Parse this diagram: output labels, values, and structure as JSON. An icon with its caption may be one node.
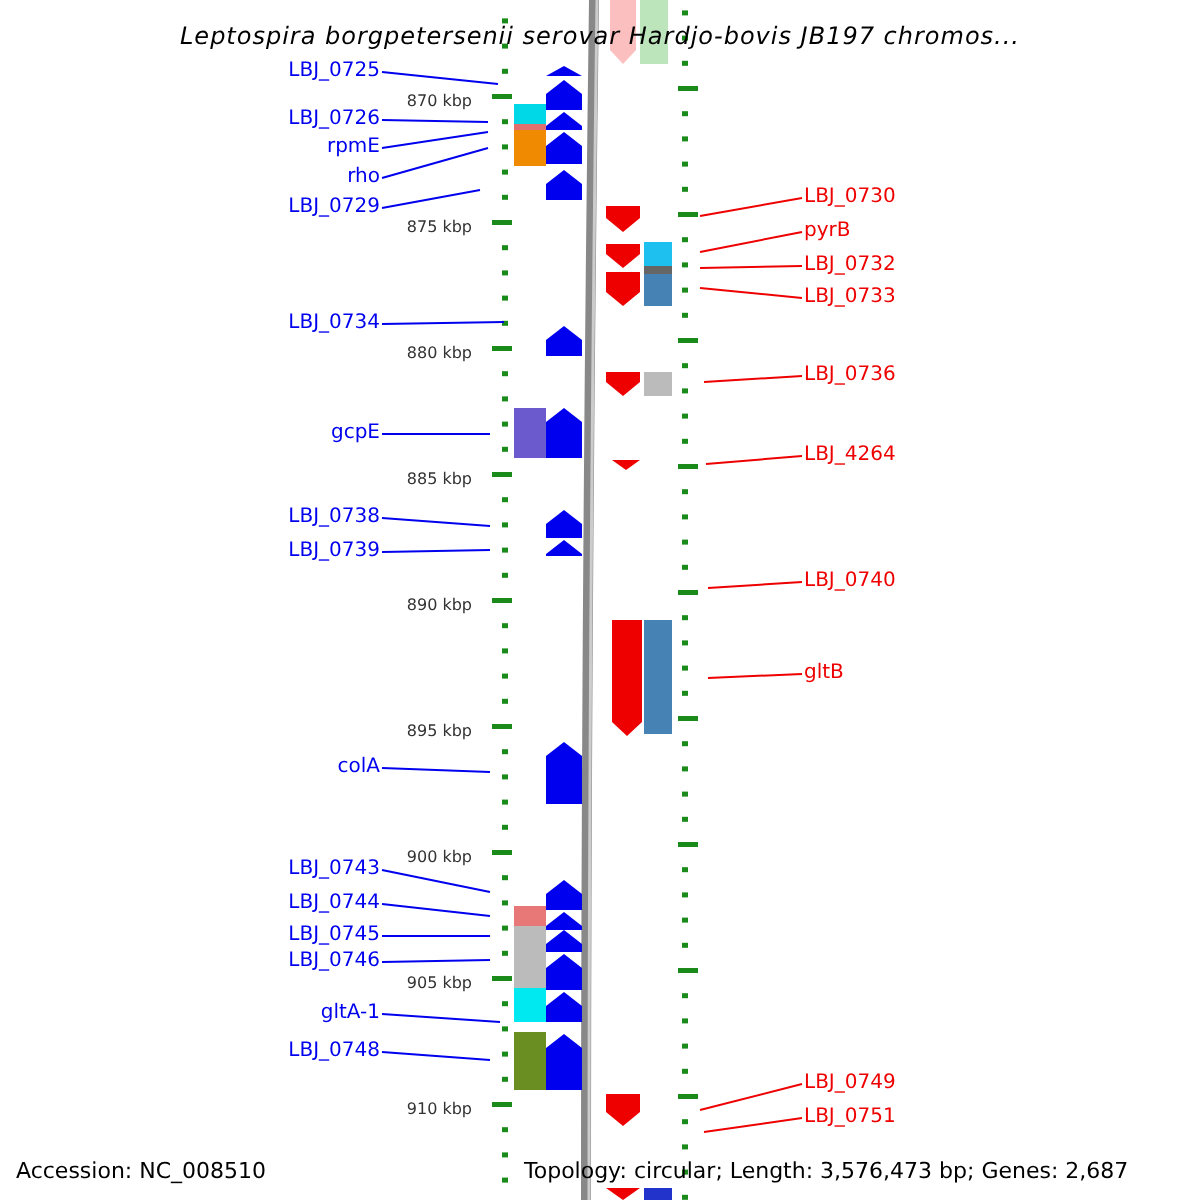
{
  "diagram": {
    "title": "Leptospira borgpetersenii serovar Hardjo-bovis JB197 chromos...",
    "nodes": [
      {
        "text": [
          "LBJ_0725"
        ]
      },
      {
        "text": [
          "LBJ_0726"
        ]
      },
      {
        "text": [
          "rpmE"
        ]
      },
      {
        "text": [
          "rho"
        ]
      },
      {
        "text": [
          "LBJ_0729"
        ]
      },
      {
        "text": [
          "LBJ_0730"
        ]
      },
      {
        "text": [
          "pyrB"
        ]
      },
      {
        "text": [
          "LBJ_0732"
        ]
      },
      {
        "text": [
          "LBJ_0733"
        ]
      },
      {
        "text": [
          "LBJ_0734"
        ]
      },
      {
        "text": [
          "LBJ_0736"
        ]
      },
      {
        "text": [
          "gcpE"
        ]
      },
      {
        "text": [
          "LBJ_4264"
        ]
      },
      {
        "text": [
          "LBJ_0738"
        ]
      },
      {
        "text": [
          "LBJ_0739"
        ]
      },
      {
        "text": [
          "LBJ_0740"
        ]
      },
      {
        "text": [
          "gltB"
        ]
      },
      {
        "text": [
          "colA"
        ]
      },
      {
        "text": [
          "LBJ_0743"
        ]
      },
      {
        "text": [
          "LBJ_0744"
        ]
      },
      {
        "text": [
          "LBJ_0745"
        ]
      },
      {
        "text": [
          "LBJ_0746"
        ]
      },
      {
        "text": [
          "gltA-1"
        ]
      },
      {
        "text": [
          "LBJ_0748"
        ]
      },
      {
        "text": [
          "LBJ_0749"
        ]
      },
      {
        "text": [
          "LBJ_0751"
        ]
      }
    ],
    "edges": [
      {
        "from": 0,
        "to": null,
        "arrow": "none"
      },
      {
        "from": 1,
        "to": null,
        "arrow": "none"
      },
      {
        "from": 2,
        "to": null,
        "arrow": "none"
      },
      {
        "from": 3,
        "to": null,
        "arrow": "none"
      },
      {
        "from": 4,
        "to": null,
        "arrow": "none"
      },
      {
        "from": 5,
        "to": null,
        "arrow": "none",
        "color": "#ee0000"
      },
      {
        "from": 6,
        "to": null,
        "arrow": "none",
        "color": "#ee0000"
      },
      {
        "from": 7,
        "to": null,
        "arrow": "none",
        "color": "#ee0000"
      },
      {
        "from": 8,
        "to": null,
        "arrow": "none",
        "color": "#ee0000"
      },
      {
        "from": 9,
        "to": null,
        "arrow": "none"
      },
      {
        "from": 10,
        "to": null,
        "arrow": "none",
        "color": "#ee0000"
      },
      {
        "from": 11,
        "to": null,
        "arrow": "none"
      },
      {
        "from": 12,
        "to": null,
        "arrow": "none",
        "color": "#ee0000"
      },
      {
        "from": 13,
        "to": null,
        "arrow": "none"
      },
      {
        "from": 14,
        "to": null,
        "arrow": "none"
      },
      {
        "from": 15,
        "to": null,
        "arrow": "none",
        "color": "#ee0000"
      },
      {
        "from": 16,
        "to": null,
        "arrow": "none",
        "color": "#ee0000"
      },
      {
        "from": 17,
        "to": null,
        "arrow": "none"
      },
      {
        "from": 18,
        "to": null,
        "arrow": "none"
      },
      {
        "from": 19,
        "to": null,
        "arrow": "none"
      },
      {
        "from": 20,
        "to": null,
        "arrow": "none"
      },
      {
        "from": 21,
        "to": null,
        "arrow": "none"
      },
      {
        "from": 22,
        "to": null,
        "arrow": "none"
      },
      {
        "from": 23,
        "to": null,
        "arrow": "none"
      },
      {
        "from": 24,
        "to": null,
        "arrow": "none",
        "color": "#ee0000"
      },
      {
        "from": 25,
        "to": null,
        "arrow": "none",
        "color": "#ee0000"
      }
    ],
    "labels": [
      "870 kbp",
      "875 kbp",
      "880 kbp",
      "885 kbp",
      "890 kbp",
      "895 kbp",
      "900 kbp",
      "905 kbp",
      "910 kbp",
      "Accession: NC_008510",
      "Topology: circular; Length: 3,576,473 bp; Genes: 2,687"
    ]
  }
}
